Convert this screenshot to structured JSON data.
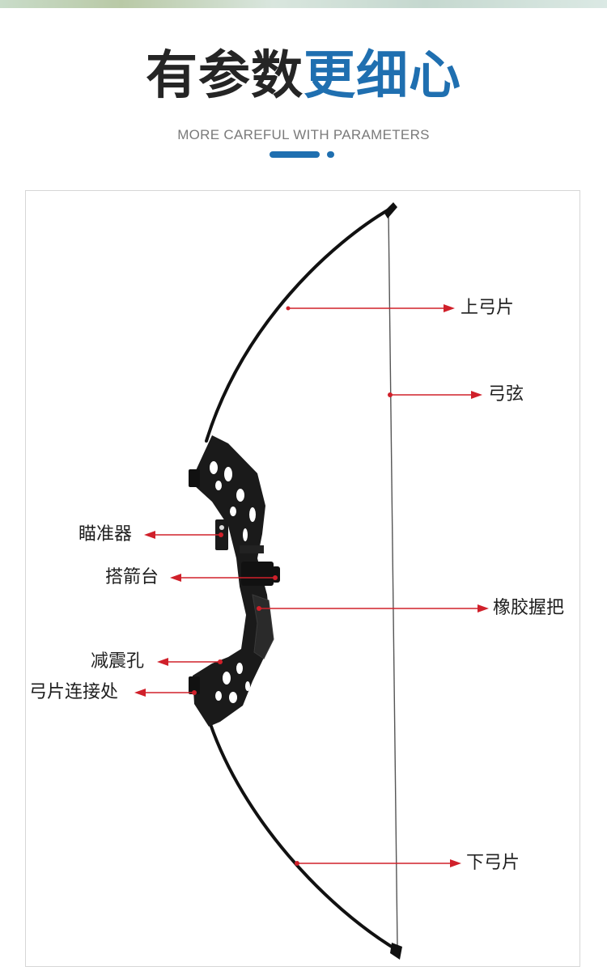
{
  "header": {
    "title_dark": "有参数",
    "title_blue": "更细心",
    "subtitle": "MORE CAREFUL WITH PARAMETERS"
  },
  "labels": {
    "upper_limb": "上弓片",
    "bowstring": "弓弦",
    "sight": "瞄准器",
    "arrow_rest": "搭箭台",
    "rubber_grip": "橡胶握把",
    "damping_holes": "减震孔",
    "limb_connection": "弓片连接处",
    "lower_limb": "下弓片"
  },
  "colors": {
    "accent_blue": "#1f6fb0",
    "pointer_red": "#d0202a",
    "title_dark": "#252525"
  }
}
